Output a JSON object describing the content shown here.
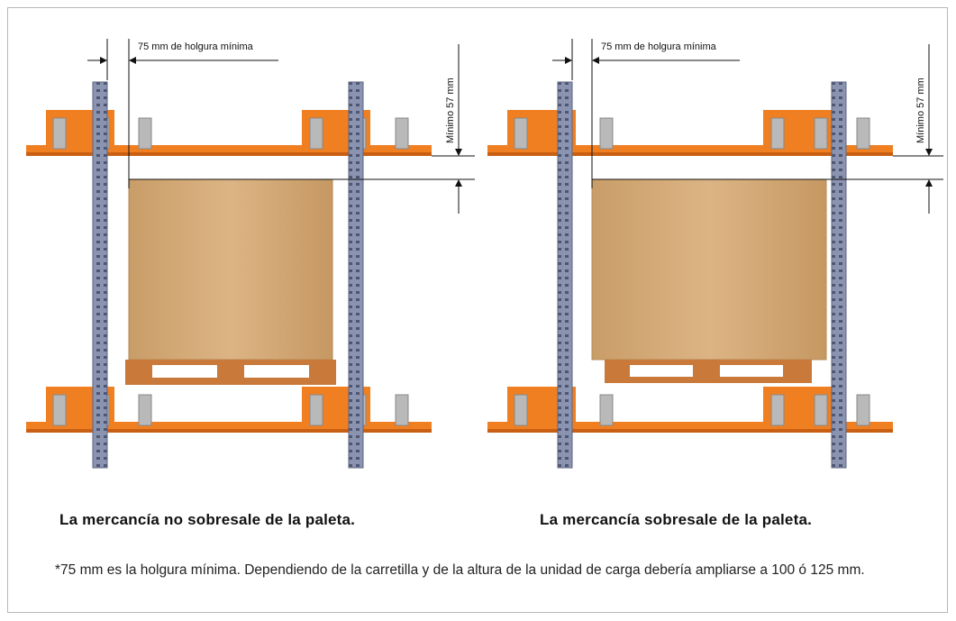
{
  "panels": [
    {
      "id": "left",
      "clearance_label": "75 mm de holgura mínima",
      "min_height_label": "Mínimo 57 mm",
      "caption": "La mercancía no sobresale de la paleta.",
      "goods_overhang": false
    },
    {
      "id": "right",
      "clearance_label": "75 mm de holgura mínima",
      "min_height_label": "Mínimo 57 mm",
      "caption": "La mercancía sobresale de la paleta.",
      "goods_overhang": true
    }
  ],
  "footnote": "*75 mm es la holgura mínima. Dependiendo de la carretilla y de la altura de la unidad de carga debería ampliarse a 100 ó 125 mm.",
  "colors": {
    "beam": "#f07f22",
    "beam_dark": "#c85f12",
    "upright": "#8a93b0",
    "upright_dark": "#5d6581",
    "bracket": "#b9b9b9",
    "box": "#d6ad7b",
    "pallet": "#c97a3a"
  }
}
